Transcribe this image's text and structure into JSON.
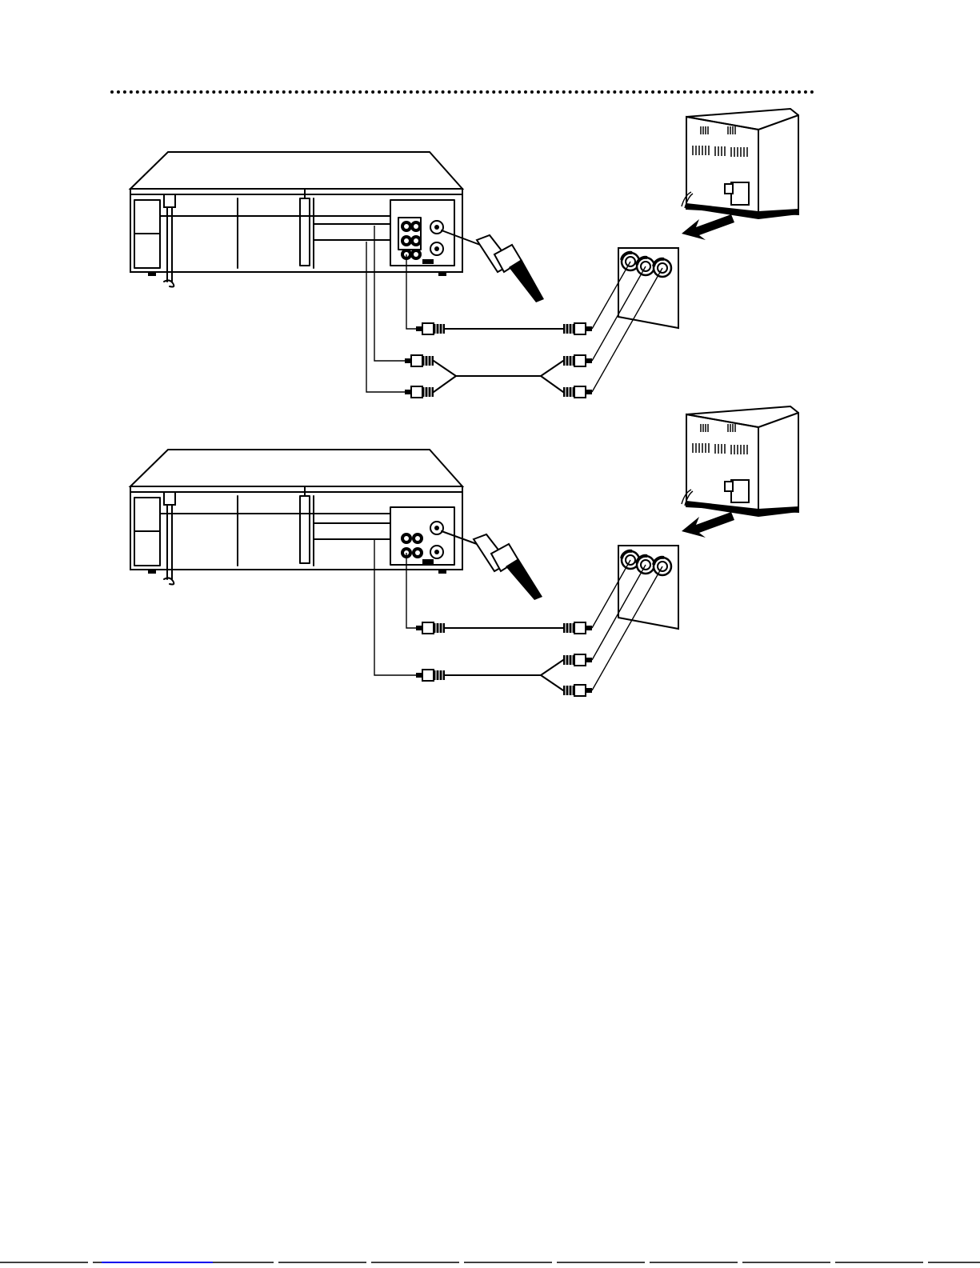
{
  "page": {
    "background": "#ffffff",
    "ink": "#000000",
    "link_underline_color": "#0000ee"
  },
  "diagrams": [
    {
      "id": "connection-diagram-1",
      "vcr_jacks_grid": "2x3",
      "cables": [
        "video",
        "audio-left",
        "audio-right"
      ],
      "tv_jacks": 3,
      "icons": [
        "vcr-rear-panel-icon",
        "tv-rear-icon",
        "tv-jack-panel-icon",
        "rf-coax-cable-icon",
        "rca-cable-icon",
        "arrow-icon"
      ]
    },
    {
      "id": "connection-diagram-2",
      "vcr_jacks_grid": "2x2",
      "cables": [
        "video",
        "audio-mono-split"
      ],
      "tv_jacks": 3,
      "icons": [
        "vcr-rear-panel-icon",
        "tv-rear-icon",
        "tv-jack-panel-icon",
        "rf-coax-cable-icon",
        "rca-cable-icon",
        "arrow-icon"
      ]
    }
  ]
}
